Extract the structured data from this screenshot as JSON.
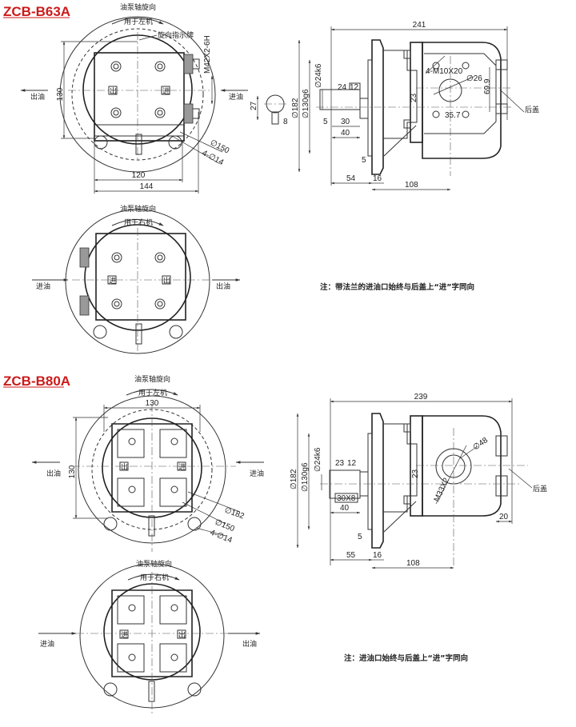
{
  "b63a": {
    "title": "ZCB-B63A",
    "front_top": {
      "rotation_label": "油泵轴旋向",
      "rotation_use": "用于左机",
      "indicator_label": "旋向指示牌",
      "thread": "M42X2-6H",
      "outlet": "出油",
      "inlet": "进油",
      "port_out": "出",
      "port_in": "进",
      "dim_130": "130",
      "dim_120": "120",
      "dim_144": "144",
      "dia_150": "∅150",
      "holes": "4-∅14",
      "key_27": "27",
      "key_8": "8"
    },
    "side": {
      "dim_241": "241",
      "dia_182": "∅182",
      "dia_130g6": "∅130g6",
      "dia_24k6": "∅24k6",
      "dim_24": "24",
      "dim_12": "12",
      "dim_5a": "5",
      "dim_30": "30",
      "dim_40": "40",
      "dim_5b": "5",
      "dim_54": "54",
      "dim_16": "16",
      "dim_108": "108",
      "dim_23": "23",
      "bolts": "4-M10X20",
      "dia_26": "∅26",
      "dim_69_9": "69.9",
      "dim_35_7": "35.7",
      "rear_cover": "后盖"
    },
    "front_bottom": {
      "rotation_label": "油泵轴旋向",
      "rotation_use": "用于右机",
      "inlet": "进油",
      "outlet": "出油",
      "port_in": "进",
      "port_out": "出"
    },
    "note": "注：带法兰的进油口始终与后盖上“进”字同向"
  },
  "b80a": {
    "title": "ZCB-B80A",
    "front_top": {
      "rotation_label": "油泵轴旋向",
      "rotation_use": "用于左机",
      "outlet": "出油",
      "inlet": "进油",
      "port_out": "出",
      "port_in": "进",
      "dim_130_h": "130",
      "dim_130_v": "130",
      "dia_182": "∅182",
      "dia_150": "∅150",
      "holes": "4-∅14"
    },
    "side": {
      "dim_239": "239",
      "dia_182": "∅182",
      "dia_130g6": "∅130g6",
      "dia_24k6": "∅24k6",
      "dim_23a": "23",
      "dim_12": "12",
      "key": "30X8",
      "dim_40": "40",
      "dim_5": "5",
      "dim_55": "55",
      "dim_16": "16",
      "dim_108": "108",
      "dim_23b": "23",
      "thread": "M33X2",
      "dia_48": "∅48",
      "dim_20": "20",
      "rear_cover": "后盖"
    },
    "front_bottom": {
      "rotation_label": "油泵轴旋向",
      "rotation_use": "用于右机",
      "inlet": "进油",
      "outlet": "出油",
      "port_in": "进",
      "port_out": "出"
    },
    "note": "注：进油口始终与后盖上“进”字同向"
  }
}
